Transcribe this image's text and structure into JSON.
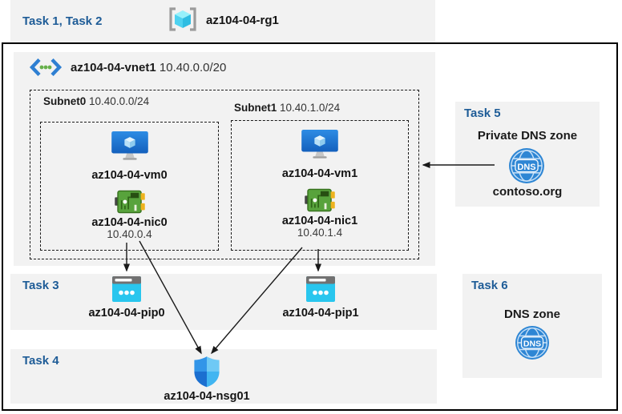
{
  "colors": {
    "task_label_blue": "#1e5c97",
    "panel_gray": "#f2f2f2",
    "border_black": "#000000",
    "vm_blue": "#1b6fd0",
    "nic_green": "#58a33c",
    "pip_cyan": "#29c6ee",
    "nsg_blue": "#3295e8",
    "dns_blue": "#2e86d4"
  },
  "header": {
    "tasks_label": "Task 1, Task 2",
    "resource_group": {
      "icon": "resource-group-icon",
      "name": "az104-04-rg1"
    }
  },
  "vnet": {
    "icon": "virtual-network-icon",
    "name": "az104-04-vnet1",
    "cidr": "10.40.0.0/20"
  },
  "subnets": [
    {
      "name": "Subnet0",
      "cidr": "10.40.0.0/24",
      "vm": {
        "icon": "virtual-machine-icon",
        "name": "az104-04-vm0"
      },
      "nic": {
        "icon": "network-interface-icon",
        "name": "az104-04-nic0",
        "ip": "10.40.0.4"
      }
    },
    {
      "name": "Subnet1",
      "cidr": "10.40.1.0/24",
      "vm": {
        "icon": "virtual-machine-icon",
        "name": "az104-04-vm1"
      },
      "nic": {
        "icon": "network-interface-icon",
        "name": "az104-04-nic1",
        "ip": "10.40.1.4"
      }
    }
  ],
  "task3": {
    "label": "Task 3",
    "public_ips": [
      {
        "icon": "public-ip-icon",
        "name": "az104-04-pip0"
      },
      {
        "icon": "public-ip-icon",
        "name": "az104-04-pip1"
      }
    ]
  },
  "task4": {
    "label": "Task 4",
    "nsg": {
      "icon": "network-security-group-icon",
      "name": "az104-04-nsg01"
    }
  },
  "task5": {
    "label": "Task 5",
    "title": "Private DNS zone",
    "dns_badge": "DNS",
    "zone_name": "contoso.org"
  },
  "task6": {
    "label": "Task 6",
    "title": "DNS zone",
    "dns_badge": "DNS"
  }
}
